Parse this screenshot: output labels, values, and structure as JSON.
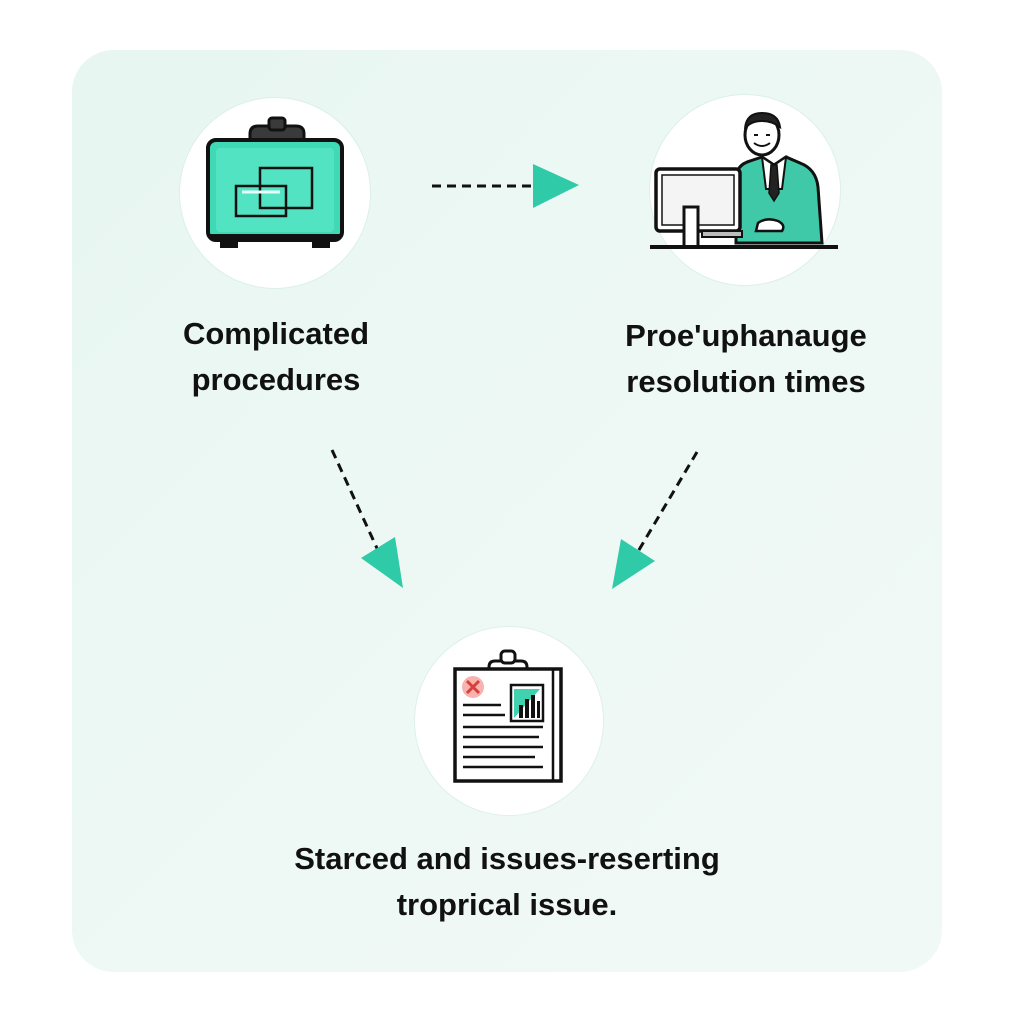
{
  "colors": {
    "accent": "#3fd1b0",
    "accent_dark": "#18b190",
    "panel_background": "#eaf7f2",
    "ink": "#111111"
  },
  "nodes": [
    {
      "id": "printer",
      "icon": "printer-box-icon",
      "label_lines": [
        "Complicated",
        "procedures"
      ]
    },
    {
      "id": "agent",
      "icon": "person-at-computer-icon",
      "label_lines": [
        "Proe'uphanauge",
        "resolution times"
      ]
    },
    {
      "id": "report",
      "icon": "clipboard-report-icon",
      "label_lines": [
        "Starced and issues-reserting",
        "troprical issue."
      ]
    }
  ],
  "edges": [
    {
      "from": "printer",
      "to": "agent",
      "style": "dashed"
    },
    {
      "from": "printer",
      "to": "report",
      "style": "dashed"
    },
    {
      "from": "agent",
      "to": "report",
      "style": "dashed"
    }
  ]
}
